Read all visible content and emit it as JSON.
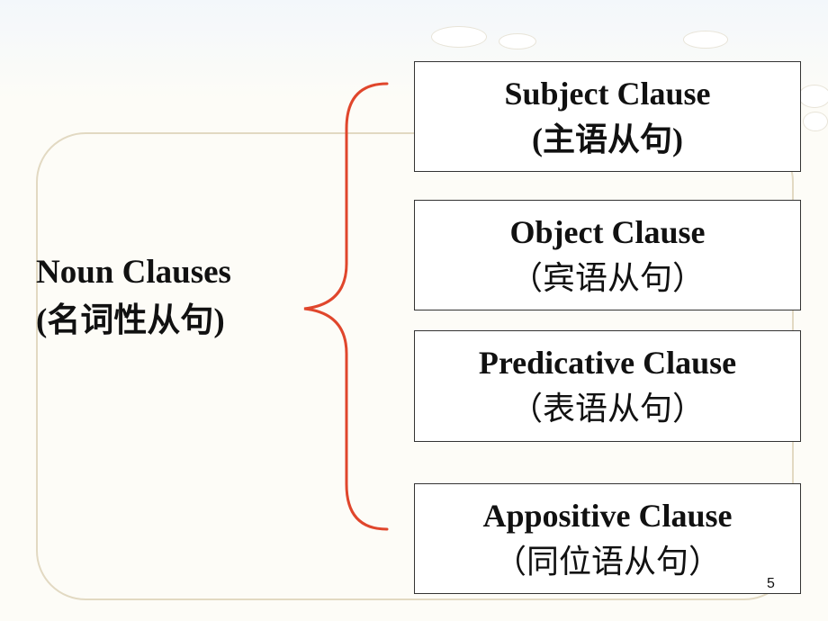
{
  "main_title": {
    "line1": "Noun Clauses",
    "line2": "(名词性从句)"
  },
  "clauses": [
    {
      "en": "Subject Clause",
      "zh": "(主语从句)"
    },
    {
      "en": "Object Clause",
      "zh": "（宾语从句）"
    },
    {
      "en": "Predicative Clause",
      "zh": "（表语从句）"
    },
    {
      "en": "Appositive Clause",
      "zh": "（同位语从句）"
    }
  ],
  "page_number": "5",
  "colors": {
    "brace": "#e0462c",
    "frame": "#e2d9c2",
    "text": "#111111"
  }
}
